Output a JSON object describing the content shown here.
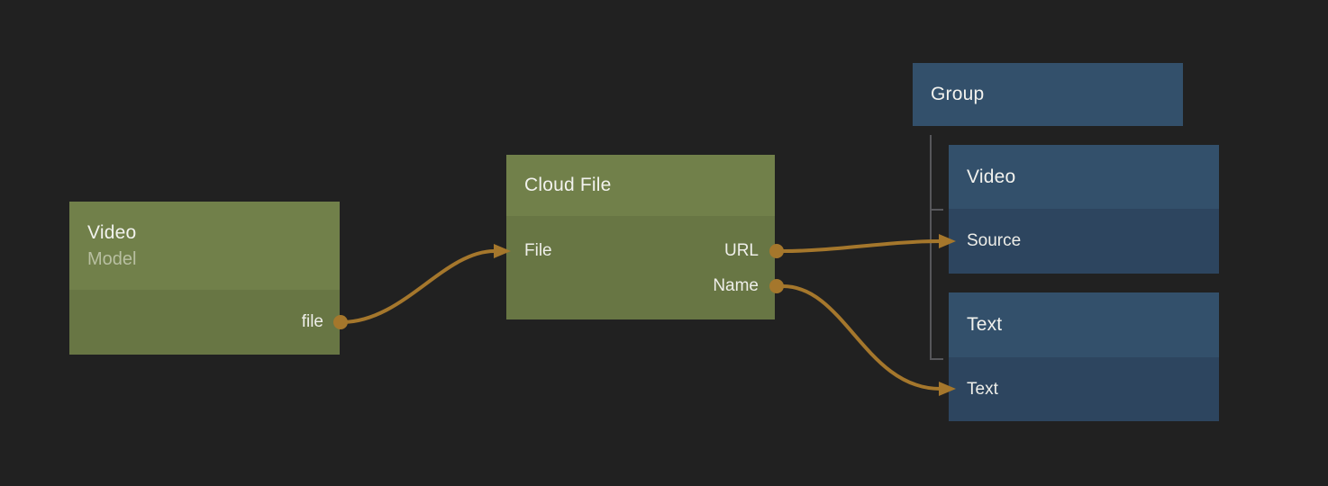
{
  "colors": {
    "background": "#212121",
    "node_green_header": "#71804a",
    "node_green_body": "#687644",
    "node_blue_header": "#33506b",
    "node_blue_body": "#2d455f",
    "wire": "#a5772c",
    "tree_line": "#56565a",
    "title_text": "#f2f2ee",
    "subtitle_text": "#b8bfa1"
  },
  "nodes": {
    "video_model": {
      "title": "Video",
      "subtitle": "Model",
      "output_label": "file"
    },
    "cloud_file": {
      "title": "Cloud File",
      "input_label": "File",
      "output_url_label": "URL",
      "output_name_label": "Name"
    },
    "group": {
      "title": "Group"
    },
    "group_video": {
      "title": "Video",
      "input_label": "Source"
    },
    "group_text": {
      "title": "Text",
      "input_label": "Text"
    }
  },
  "edges": [
    {
      "from": "Video.file",
      "to": "Cloud File.File"
    },
    {
      "from": "Cloud File.URL",
      "to": "Group Video.Source"
    },
    {
      "from": "Cloud File.Name",
      "to": "Group Text.Text"
    }
  ]
}
